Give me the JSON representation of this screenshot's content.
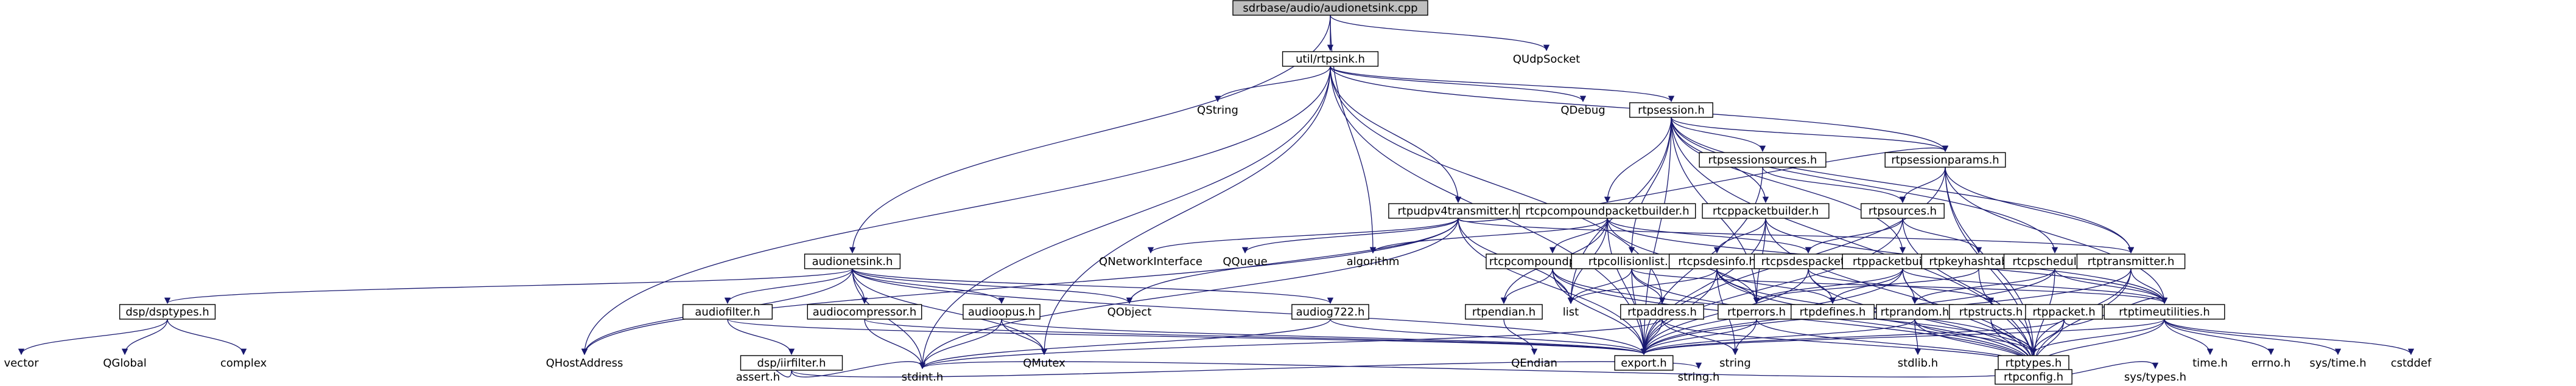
{
  "colors": {
    "root_fill": "#bfbfbf",
    "node_fill": "#ffffff",
    "edge": "#191970",
    "text": "#000000"
  },
  "nodes": [
    {
      "id": "root",
      "label": "sdrbase/audio/audionetsink.cpp",
      "boxed": true,
      "root": true
    },
    {
      "id": "udpsocket",
      "label": "QUdpSocket"
    },
    {
      "id": "rtpsink",
      "label": "util/rtpsink.h",
      "boxed": true
    },
    {
      "id": "qdebug",
      "label": "QDebug"
    },
    {
      "id": "qstring",
      "label": "QString"
    },
    {
      "id": "rtpsession",
      "label": "rtpsession.h",
      "boxed": true
    },
    {
      "id": "rtpsessionparams",
      "label": "rtpsessionparams.h",
      "boxed": true
    },
    {
      "id": "rtpsessionsources",
      "label": "rtpsessionsources.h",
      "boxed": true
    },
    {
      "id": "rtpudpv4",
      "label": "rtpudpv4transmitter.h",
      "boxed": true
    },
    {
      "id": "rtcpcompoundbuilder",
      "label": "rtcpcompoundpacketbuilder.h",
      "boxed": true
    },
    {
      "id": "rtcppacketbuilder",
      "label": "rtcppacketbuilder.h",
      "boxed": true
    },
    {
      "id": "rtpsources",
      "label": "rtpsources.h",
      "boxed": true
    },
    {
      "id": "qnetworkinterface",
      "label": "QNetworkInterface"
    },
    {
      "id": "qqueue",
      "label": "QQueue"
    },
    {
      "id": "algorithm",
      "label": "algorithm"
    },
    {
      "id": "audionetsink",
      "label": "audionetsink.h",
      "boxed": true
    },
    {
      "id": "rtcpcompoundpacket",
      "label": "rtcpcompoundpacket.h",
      "boxed": true
    },
    {
      "id": "rtpcollisionlist",
      "label": "rtpcollisionlist.h",
      "boxed": true
    },
    {
      "id": "rtcpsdesinfo",
      "label": "rtcpsdesinfo.h",
      "boxed": true
    },
    {
      "id": "rtcpsdespacket",
      "label": "rtcpsdespacket.h",
      "boxed": true
    },
    {
      "id": "rtppacketbuilder",
      "label": "rtppacketbuilder.h",
      "boxed": true
    },
    {
      "id": "rtpkeyhashtable",
      "label": "rtpkeyhashtable.h",
      "boxed": true
    },
    {
      "id": "rtcpscheduler",
      "label": "rtcpscheduler.h",
      "boxed": true
    },
    {
      "id": "rtptransmitter",
      "label": "rtptransmitter.h",
      "boxed": true
    },
    {
      "id": "dsptypes",
      "label": "dsp/dsptypes.h",
      "boxed": true
    },
    {
      "id": "audiofilter",
      "label": "audiofilter.h",
      "boxed": true
    },
    {
      "id": "audiocompressor",
      "label": "audiocompressor.h",
      "boxed": true
    },
    {
      "id": "audioopus",
      "label": "audioopus.h",
      "boxed": true
    },
    {
      "id": "qobject",
      "label": "QObject"
    },
    {
      "id": "audiog722",
      "label": "audiog722.h",
      "boxed": true
    },
    {
      "id": "rtpendian",
      "label": "rtpendian.h",
      "boxed": true
    },
    {
      "id": "list",
      "label": "list"
    },
    {
      "id": "rtpaddress",
      "label": "rtpaddress.h",
      "boxed": true
    },
    {
      "id": "rtperrors",
      "label": "rtperrors.h",
      "boxed": true
    },
    {
      "id": "rtpdefines",
      "label": "rtpdefines.h",
      "boxed": true
    },
    {
      "id": "rtprandom",
      "label": "rtprandom.h",
      "boxed": true
    },
    {
      "id": "rtcpstructs",
      "label": "rtpstructs.h",
      "boxed": true
    },
    {
      "id": "rtppacket",
      "label": "rtppacket.h",
      "boxed": true
    },
    {
      "id": "rtptimeutilities",
      "label": "rtptimeutilities.h",
      "boxed": true
    },
    {
      "id": "vector",
      "label": "vector"
    },
    {
      "id": "qglobal",
      "label": "QGlobal"
    },
    {
      "id": "complex",
      "label": "complex"
    },
    {
      "id": "qhostaddress",
      "label": "QHostAddress"
    },
    {
      "id": "iirfilter",
      "label": "dsp/iirfilter.h",
      "boxed": true
    },
    {
      "id": "qmutex",
      "label": "QMutex"
    },
    {
      "id": "qendian",
      "label": "QEndian"
    },
    {
      "id": "export",
      "label": "export.h",
      "boxed": true
    },
    {
      "id": "string",
      "label": "string"
    },
    {
      "id": "stdlib",
      "label": "stdlib.h"
    },
    {
      "id": "rtptypes",
      "label": "rtptypes.h",
      "boxed": true
    },
    {
      "id": "timeh",
      "label": "time.h"
    },
    {
      "id": "errno",
      "label": "errno.h"
    },
    {
      "id": "systime",
      "label": "sys/time.h"
    },
    {
      "id": "cstddef",
      "label": "cstddef"
    },
    {
      "id": "asserth",
      "label": "assert.h"
    },
    {
      "id": "stdint",
      "label": "stdint.h"
    },
    {
      "id": "stringh",
      "label": "string.h"
    },
    {
      "id": "rtpconfig",
      "label": "rtpconfig.h",
      "boxed": true
    },
    {
      "id": "systypes",
      "label": "sys/types.h"
    }
  ]
}
